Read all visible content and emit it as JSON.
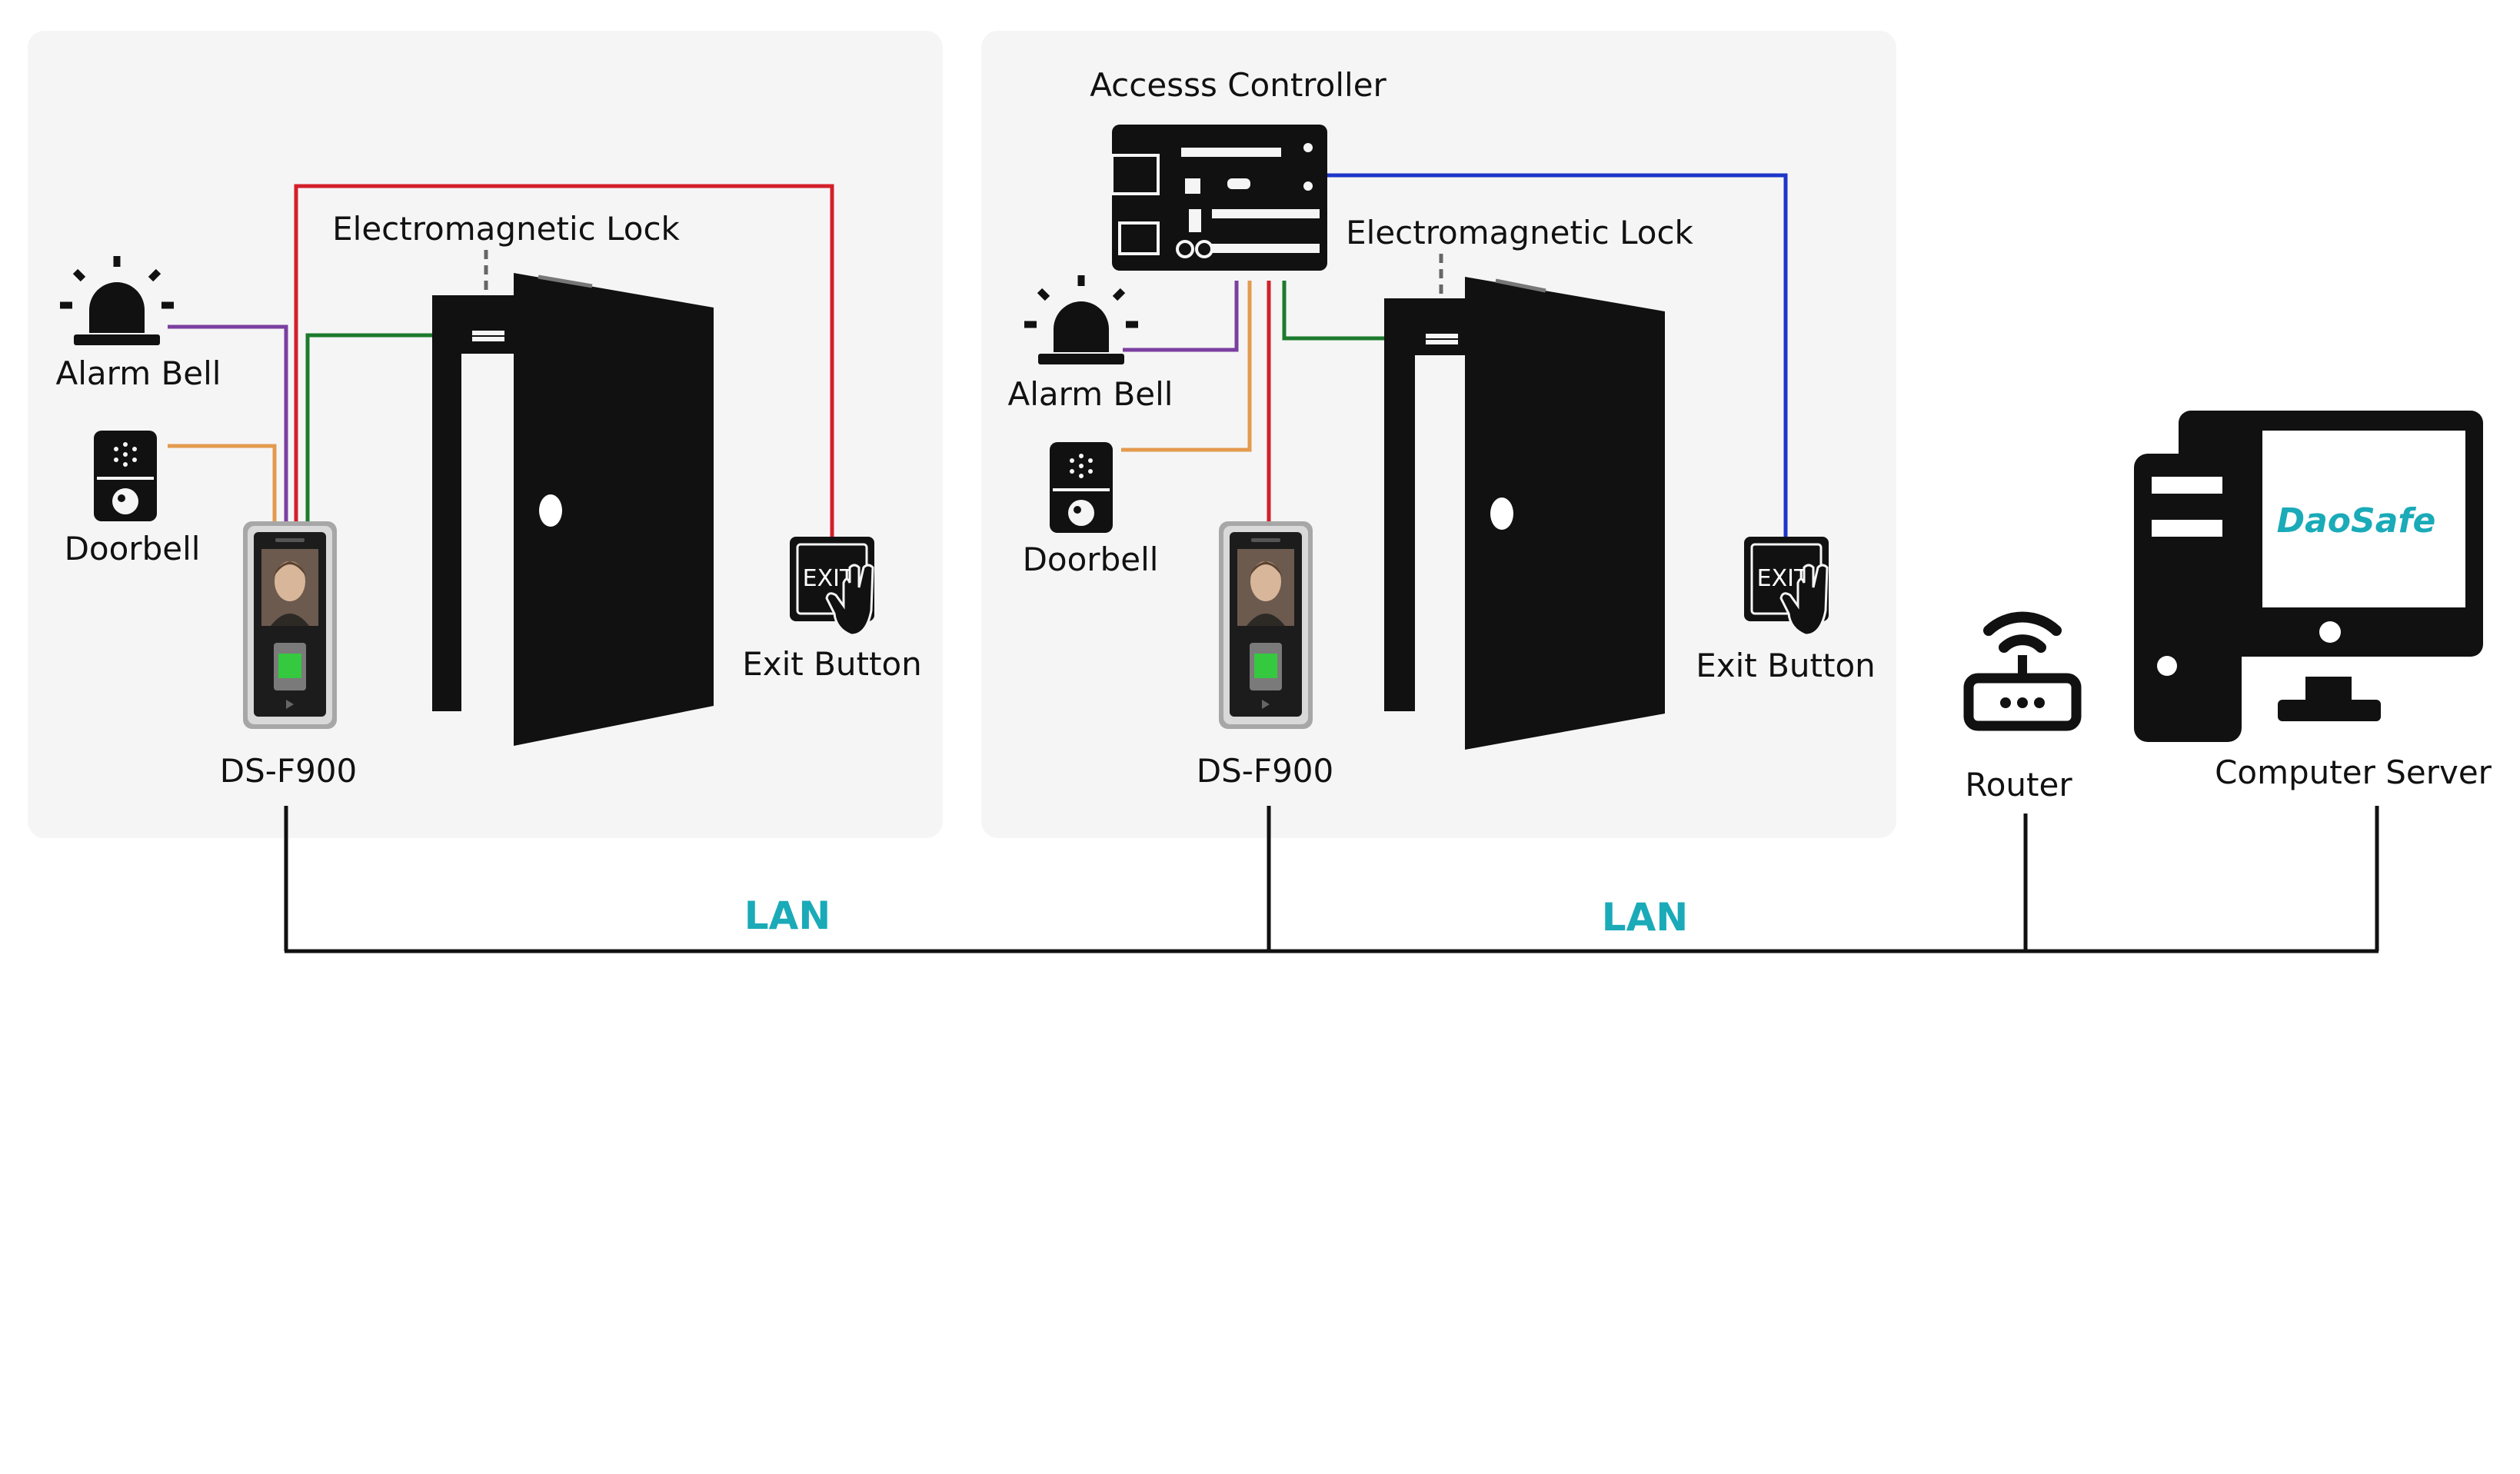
{
  "panel_left": {
    "alarm_bell": "Alarm Bell",
    "doorbell": "Doorbell",
    "lock": "Electromagnetic Lock",
    "exit_button": "Exit Button",
    "reader": "DS-F900"
  },
  "panel_right": {
    "controller": "Accesss Controller",
    "alarm_bell": "Alarm Bell",
    "doorbell": "Doorbell",
    "lock": "Electromagnetic Lock",
    "exit_button": "Exit Button",
    "reader": "DS-F900"
  },
  "network": {
    "router": "Router",
    "server": "Computer Server",
    "lan_label_1": "LAN",
    "lan_label_2": "LAN"
  },
  "server_brand": "DaoSafe",
  "exit_glyph": "EXIT",
  "colors": {
    "panel_bg": "#f5f5f5",
    "wire_red": "#d31f2a",
    "wire_green": "#1c7a2c",
    "wire_purple": "#7b3fa0",
    "wire_orange": "#e39a4e",
    "wire_blue": "#1d35c8",
    "lan": "#1aaab8"
  }
}
